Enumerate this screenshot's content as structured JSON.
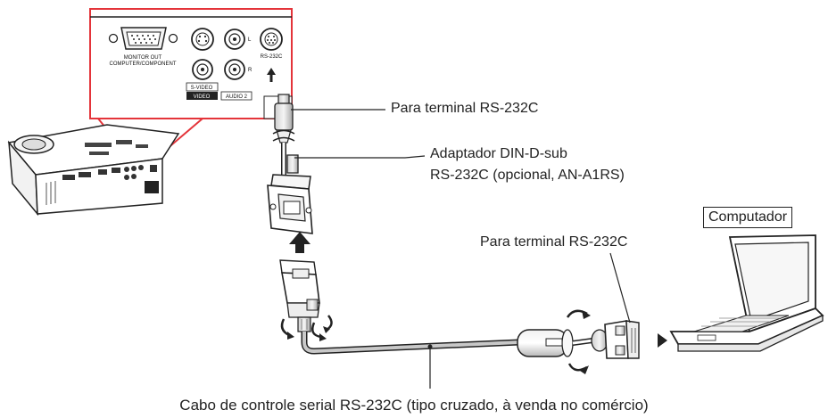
{
  "labels": {
    "terminal_top": "Para terminal RS-232C",
    "adapter_line1": "Adaptador DIN-D-sub",
    "adapter_line2": "RS-232C (opcional, AN-A1RS)",
    "terminal_right": "Para terminal RS-232C",
    "computer": "Computador",
    "cable": "Cabo de controle serial RS-232C (tipo cruzado, à venda no comércio)"
  },
  "panel": {
    "monitor_out_line1": "MONITOR OUT",
    "monitor_out_line2": "COMPUTER/COMPONENT",
    "svideo": "S-VIDEO",
    "video": "VIDEO",
    "audio2": "AUDIO 2",
    "rs232c": "RS-232C",
    "audio_l": "L",
    "audio_r": "R"
  },
  "colors": {
    "callout": "#e4343a",
    "ink": "#222222",
    "cable_gray": "#9a9a9a"
  }
}
